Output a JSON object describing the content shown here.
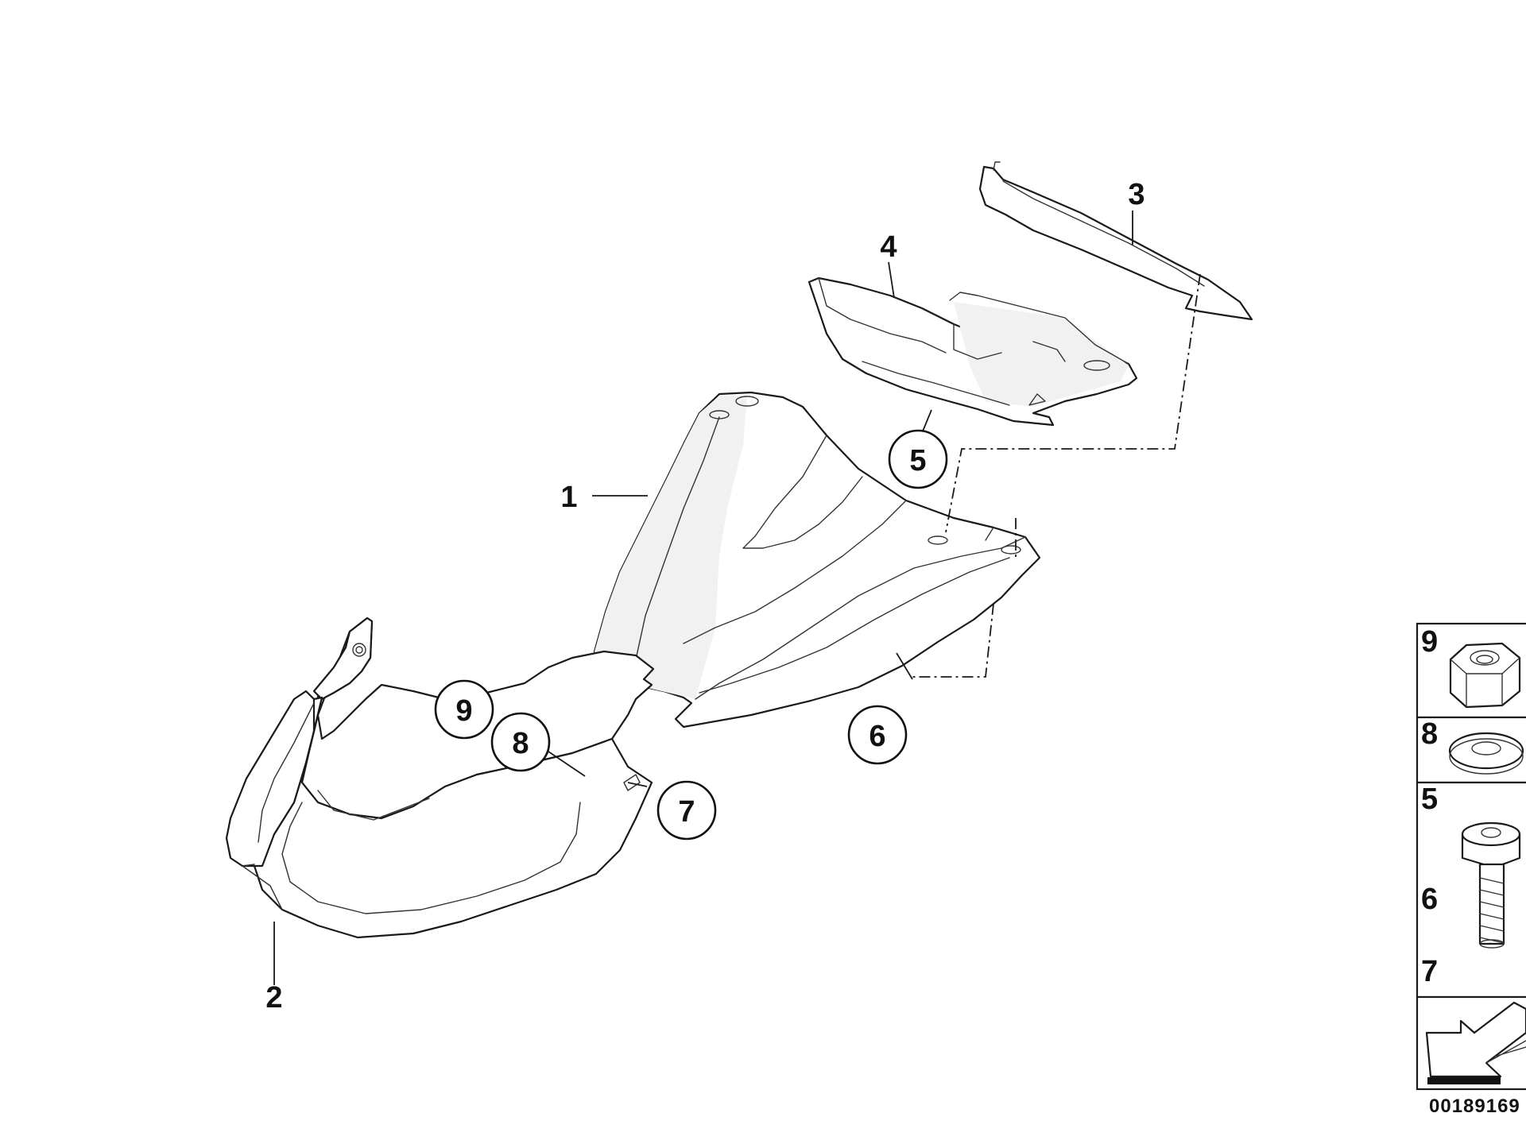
{
  "diagram": {
    "callouts": [
      {
        "id": "1",
        "label": "1"
      },
      {
        "id": "2",
        "label": "2"
      },
      {
        "id": "3",
        "label": "3"
      },
      {
        "id": "4",
        "label": "4"
      },
      {
        "id": "5",
        "label": "5"
      },
      {
        "id": "6",
        "label": "6"
      },
      {
        "id": "7",
        "label": "7"
      },
      {
        "id": "8",
        "label": "8"
      },
      {
        "id": "9",
        "label": "9"
      }
    ],
    "legend": {
      "rows": [
        {
          "label": "9",
          "icon": "hex-nut-icon"
        },
        {
          "label": "8",
          "icon": "washer-icon"
        },
        {
          "label": "5",
          "icon": "torx-bolt-icon"
        },
        {
          "label": "6",
          "icon": ""
        },
        {
          "label": "7",
          "icon": ""
        }
      ],
      "bottom_icon": "direction-arrow-icon"
    },
    "reference_number": "00189169"
  }
}
